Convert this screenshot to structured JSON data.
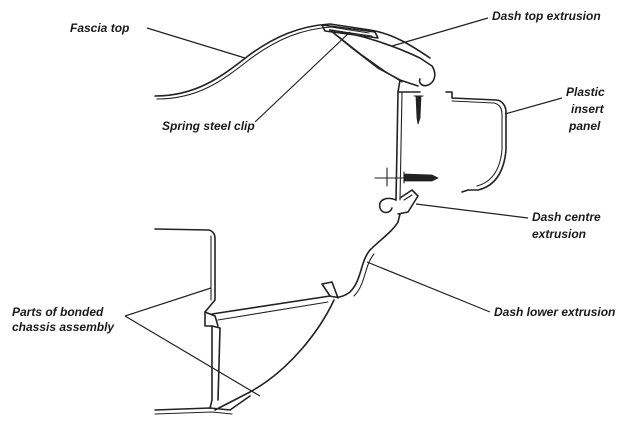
{
  "labels": {
    "fascia_top": "Fascia top",
    "dash_top_extrusion": "Dash top extrusion",
    "spring_steel_clip": "Spring steel clip",
    "plastic_insert_panel": [
      "Plastic",
      "insert",
      "panel"
    ],
    "dash_centre_extrusion": [
      "Dash centre",
      "extrusion"
    ],
    "dash_lower_extrusion": "Dash lower extrusion",
    "bonded_chassis_assembly": [
      "Parts of  bonded",
      "chassis assembly"
    ]
  }
}
